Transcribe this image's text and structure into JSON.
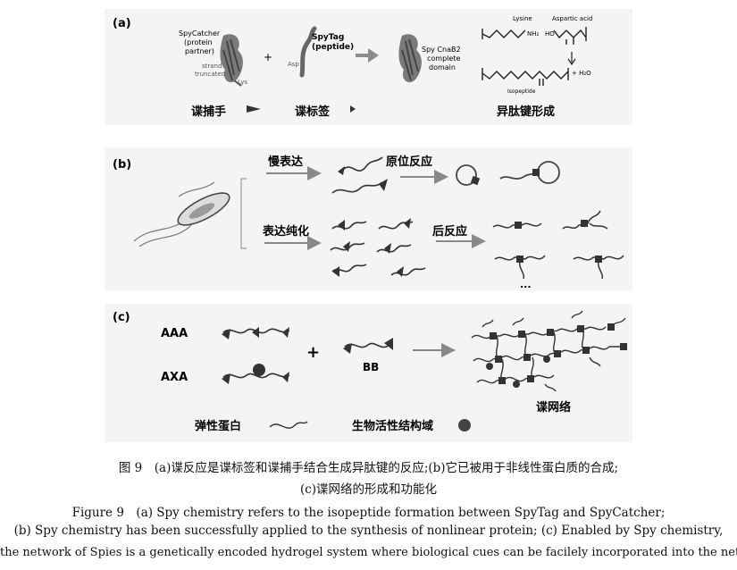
{
  "panels": {
    "a": {
      "label": "(a)",
      "spycatcher_text": [
        "SpyCatcher",
        "(protein",
        "partner)"
      ],
      "strand_text": [
        "strand",
        "truncated"
      ],
      "lys_text": "Lys",
      "plus": "+",
      "spytag_text": [
        "SpyTag",
        "(peptide)"
      ],
      "asp_text": "Asp",
      "cnab2_text": [
        "Spy CnaB2",
        "complete",
        "domain"
      ],
      "lysine_text": "Lysine",
      "nh2_text": "NH₂",
      "aspartic_text": "Aspartic acid",
      "ho_text": "HO",
      "isopeptide_text": "Isopeptide",
      "h2o_text": "+ H₂O",
      "legend_catcher": "谍捕手",
      "legend_tag": "谍标签",
      "legend_bond": "异肽键形成"
    },
    "b": {
      "label": "(b)",
      "slow_expr": "慢表达",
      "in_situ": "原位反应",
      "expr_purify": "表达纯化",
      "post_react": "后反应",
      "ellipsis": "..."
    },
    "c": {
      "label": "(c)",
      "aaa": "AAA",
      "axa": "AXA",
      "plus": "+",
      "bb": "BB",
      "network": "谍网络",
      "elastic": "弹性蛋白",
      "bioactive": "生物活性结构域"
    }
  },
  "caption": {
    "zh_line1": "图 9　(a)谍反应是谍标签和谍捕手结合生成异肽键的反应;(b)它已被用于非线性蛋白质的合成;",
    "zh_line2": "(c)谍网络的形成和功能化",
    "en_line1": "Figure 9　(a) Spy chemistry refers to the isopeptide formation between SpyTag and SpyCatcher;",
    "en_line2": "(b) Spy chemistry has been successfully applied to the synthesis of nonlinear protein; (c) Enabled by Spy chemistry,",
    "en_line3": "the network of Spies is a genetically encoded hydrogel system where biological cues can be facilely incorporated into the network"
  }
}
